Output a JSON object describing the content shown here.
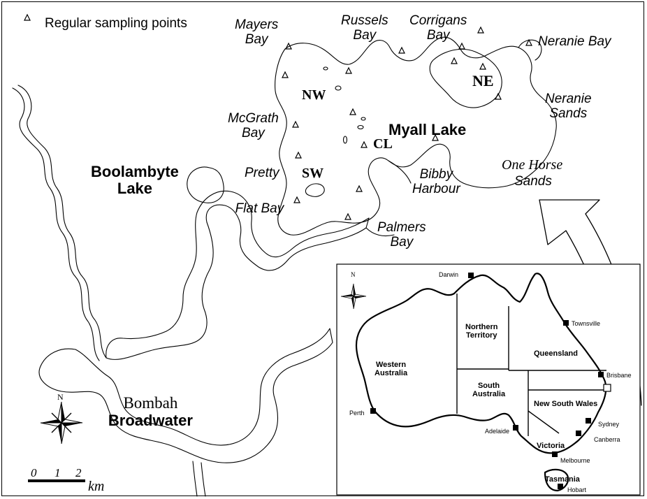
{
  "legend": {
    "symbol": "Δ",
    "text": "Regular sampling points"
  },
  "lakes": {
    "myall": "Myall Lake",
    "boolambyte": "Boolambyte\nLake",
    "bombah_prefix": "Bombah",
    "bombah_main": "Broadwater"
  },
  "bays": {
    "mayers": "Mayers\nBay",
    "russels": "Russels\nBay",
    "corrigans": "Corrigans\nBay",
    "neranie_bay": "Neranie Bay",
    "neranie_sands": "Neranie\nSands",
    "mcgrath": "McGrath\nBay",
    "pretty_flat_line1": "Pretty",
    "pretty_flat_line2": "Flat Bay",
    "bibby": "Bibby\nHarbour",
    "one_horse_line1": "One Horse",
    "one_horse_line2": "Sands",
    "palmers": "Palmers\nBay"
  },
  "regions": {
    "nw": "NW",
    "ne": "NE",
    "cl": "CL",
    "sw": "SW"
  },
  "north_label": "N",
  "scale": {
    "ticks": [
      "0",
      "1",
      "2"
    ],
    "unit": "km"
  },
  "inset": {
    "north_label": "N",
    "states": {
      "wa": "Western\nAustralia",
      "nt": "Northern\nTerritory",
      "qld": "Queensland",
      "sa": "South\nAustralia",
      "nsw": "New South Wales",
      "vic": "Victoria",
      "tas": "Tasmania"
    },
    "cities": {
      "darwin": "Darwin",
      "townsville": "Townsville",
      "brisbane": "Brisbane",
      "sydney": "Sydney",
      "canberra": "Canberra",
      "melbourne": "Melbourne",
      "hobart": "Hobart",
      "adelaide": "Adelaide",
      "perth": "Perth"
    }
  }
}
